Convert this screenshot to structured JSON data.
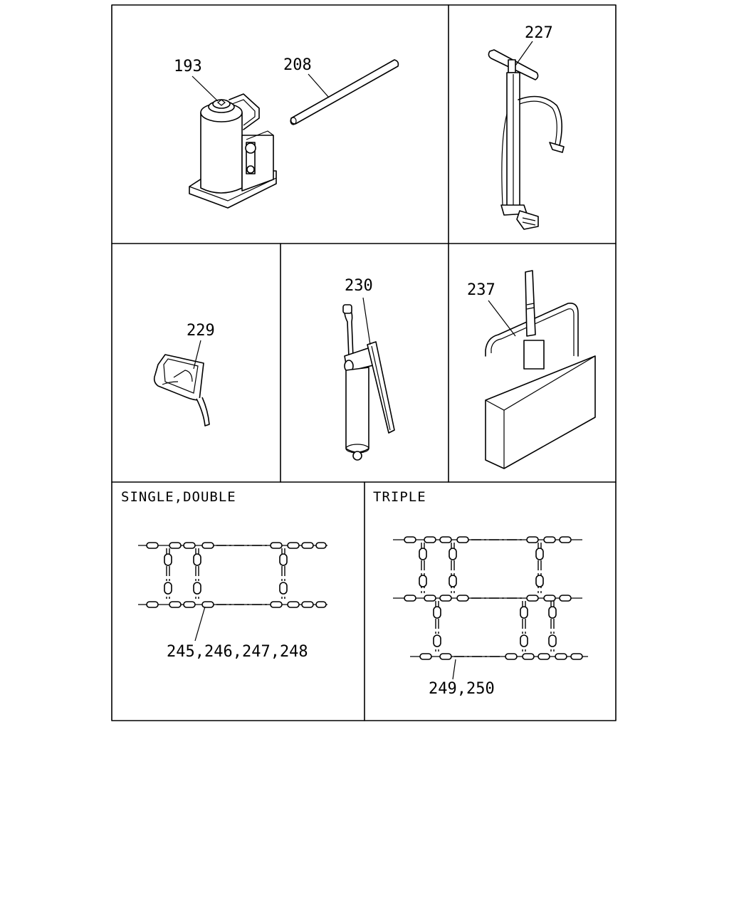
{
  "parts": {
    "p193": "193",
    "p208": "208",
    "p227": "227",
    "p229": "229",
    "p230": "230",
    "p237": "237",
    "chain_single": "245,246,247,248",
    "chain_triple": "249,250"
  },
  "captions": {
    "single_double": "SINGLE,DOUBLE",
    "triple": "TRIPLE"
  }
}
